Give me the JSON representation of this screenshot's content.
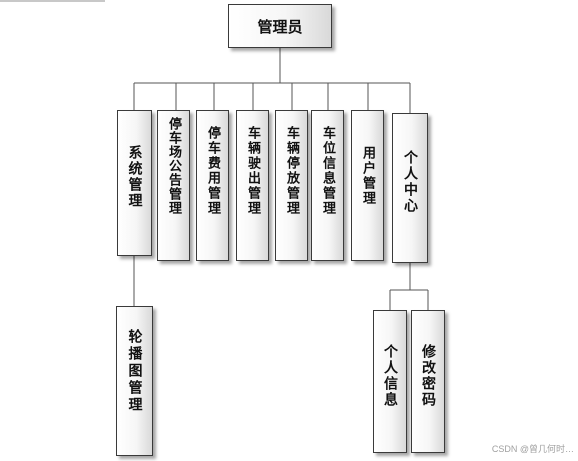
{
  "root": "管理员",
  "children": [
    {
      "id": "sys",
      "label": "系统管理",
      "children": [
        {
          "id": "carousel",
          "label": "轮播图管理"
        }
      ]
    },
    {
      "id": "notice",
      "label": "停车场公告管理",
      "children": []
    },
    {
      "id": "fee",
      "label": "停车费用管理",
      "children": []
    },
    {
      "id": "exit",
      "label": "车辆驶出管理",
      "children": []
    },
    {
      "id": "park",
      "label": "车辆停放管理",
      "children": []
    },
    {
      "id": "info",
      "label": "车位信息管理",
      "children": []
    },
    {
      "id": "user",
      "label": "用户管理",
      "children": []
    },
    {
      "id": "center",
      "label": "个人中心",
      "children": [
        {
          "id": "profile",
          "label": "个人信息"
        },
        {
          "id": "password",
          "label": "修改密码"
        }
      ]
    }
  ],
  "watermark": "CSDN @曾几何时…"
}
